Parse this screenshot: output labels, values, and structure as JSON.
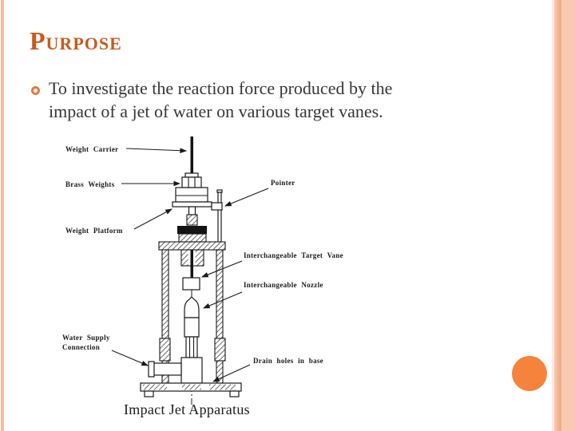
{
  "slide": {
    "title": "Purpose",
    "bullet": {
      "lines": [
        "To investigate the reaction force produced by the",
        "impact of a jet of water on various target vanes."
      ]
    },
    "figure": {
      "caption": "Impact Jet Apparatus",
      "labels": {
        "weight_carrier": "Weight Carrier",
        "brass_weights": "Brass Weights",
        "pointer": "Pointer",
        "weight_platform": "Weight Platform",
        "target_vane": "Interchangeable Target Vane",
        "nozzle": "Interchangeable Nozzle",
        "water_supply_line1": "Water Supply",
        "water_supply_line2": "Connection",
        "drain_holes": "Drain holes in base"
      }
    },
    "colors": {
      "title": "#c75a1e",
      "bullet_ring": "#e07b3a",
      "accent_circle": "#f6833c",
      "side_band": "#fac9b1",
      "side_stripe": "#f4bda4",
      "body_text": "#363636",
      "diagram_ink": "#1a1a1a"
    }
  }
}
